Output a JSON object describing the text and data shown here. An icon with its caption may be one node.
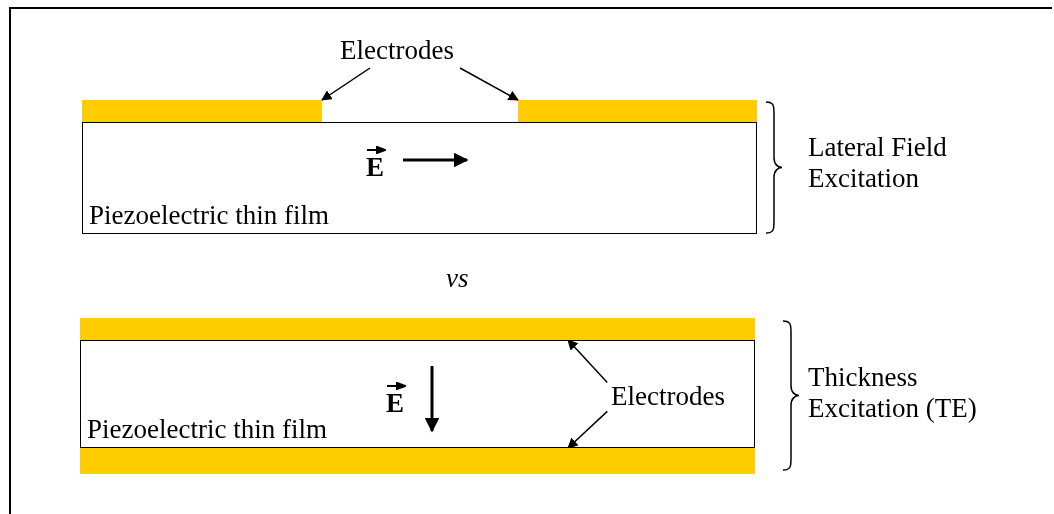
{
  "diagram": {
    "nodes": [
      {
        "text": [
          "Electrodes"
        ]
      },
      {
        "text": [],
        "shape": "bar"
      },
      {
        "text": [],
        "shape": "bar"
      },
      {
        "text": [
          "Piezoelectric thin film"
        ]
      },
      {
        "text": [],
        "shape": "bar"
      },
      {
        "text": [
          "Piezoelectric thin film"
        ]
      },
      {
        "text": [
          "Electrodes"
        ],
        "in": 5
      },
      {
        "text": [],
        "shape": "bar"
      }
    ],
    "edges": [
      {
        "from": 0,
        "to": 1,
        "arrow": "to"
      },
      {
        "from": 0,
        "to": 2,
        "arrow": "to"
      },
      {
        "from": 6,
        "to": 4,
        "arrow": "to"
      },
      {
        "from": 6,
        "to": 7,
        "arrow": "to"
      }
    ],
    "labels": [
      "E",
      "Lateral Field Excitation",
      "vs",
      "E",
      "Thickness Excitation (TE)"
    ]
  }
}
